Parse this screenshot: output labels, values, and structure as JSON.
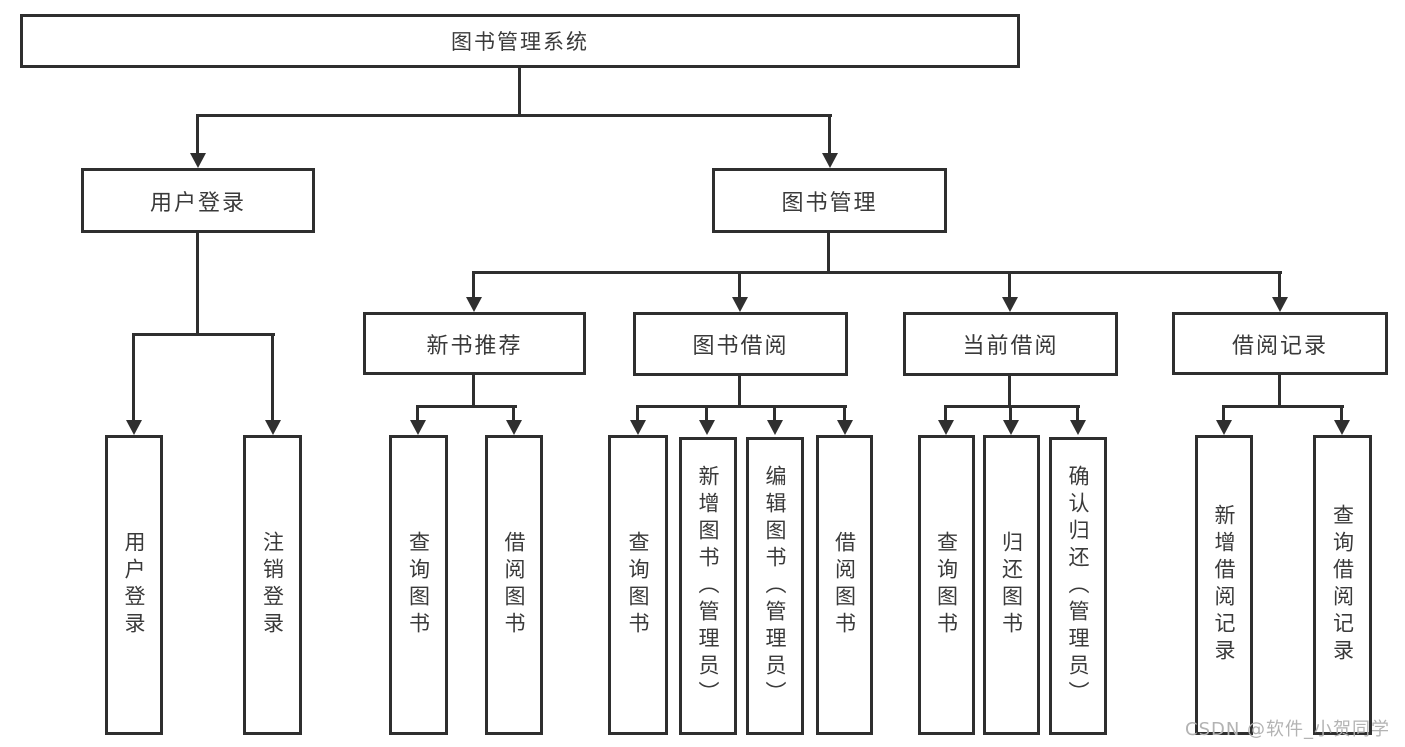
{
  "chart": {
    "root": {
      "label": "图书管理系统"
    },
    "level2": {
      "login": {
        "label": "用户登录"
      },
      "management": {
        "label": "图书管理"
      }
    },
    "level3": {
      "recommend": {
        "label": "新书推荐"
      },
      "borrow": {
        "label": "图书借阅"
      },
      "current": {
        "label": "当前借阅"
      },
      "records": {
        "label": "借阅记录"
      }
    },
    "leaves": {
      "login": [
        "用户登录",
        "注销登录"
      ],
      "recommend": [
        "查询图书",
        "借阅图书"
      ],
      "borrow": [
        "查询图书",
        "新增图书（管理员）",
        "编辑图书（管理员）",
        "借阅图书"
      ],
      "current": [
        "查询图书",
        "归还图书",
        "确认归还（管理员）"
      ],
      "records": [
        "新增借阅记录",
        "查询借阅记录"
      ]
    }
  },
  "watermark": "CSDN @软件_小贺同学"
}
